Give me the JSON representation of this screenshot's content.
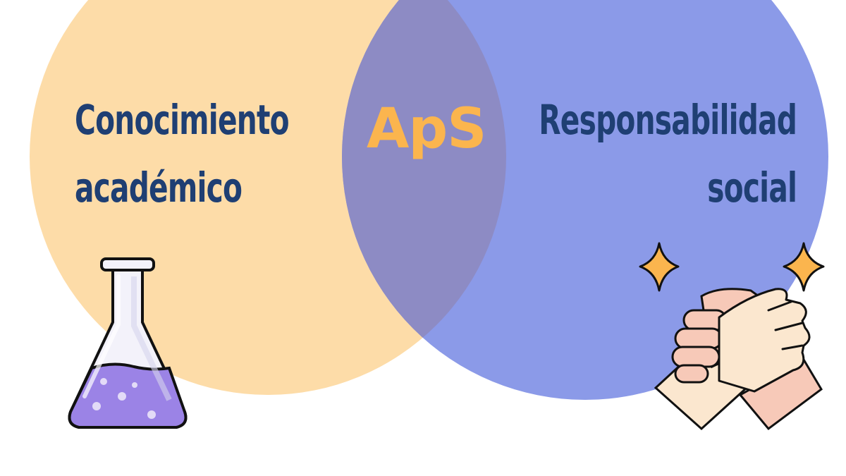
{
  "diagram": {
    "type": "venn",
    "left_set": {
      "label_line1": "Conocimiento",
      "label_line2": "académico",
      "color": "#FDDCA8",
      "icon": "flask-icon"
    },
    "right_set": {
      "label_line1": "Responsabilidad",
      "label_line2": "social",
      "color": "#8B9AE8",
      "icon": "handshake-icon"
    },
    "intersection": {
      "label": "ApS",
      "color": "#8D8BC4",
      "label_color": "#FBB54E"
    },
    "text_color": "#1F3F73",
    "decorations": [
      "sparkle-icon",
      "sparkle-icon"
    ]
  }
}
